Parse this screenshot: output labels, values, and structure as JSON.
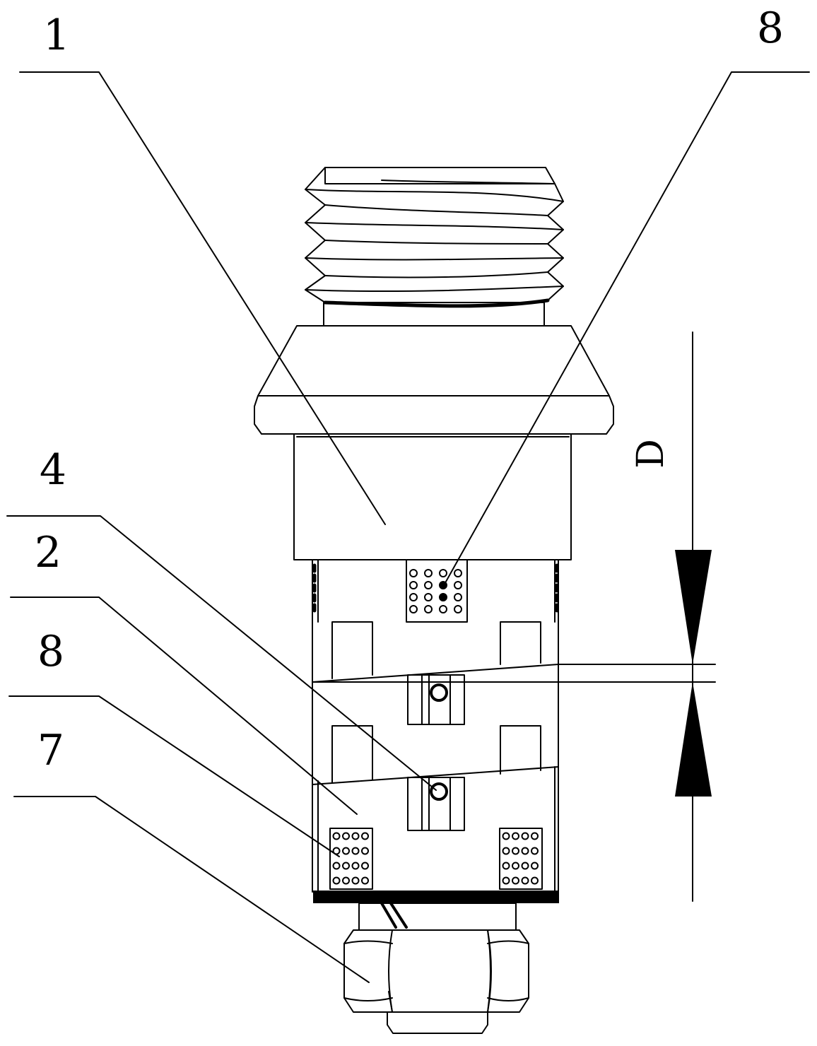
{
  "diagram": {
    "labels": {
      "part_1": "1",
      "part_8_top": "8",
      "part_4": "4",
      "part_2": "2",
      "part_8_bottom": "8",
      "part_7": "7",
      "dimension_d": "D"
    }
  }
}
